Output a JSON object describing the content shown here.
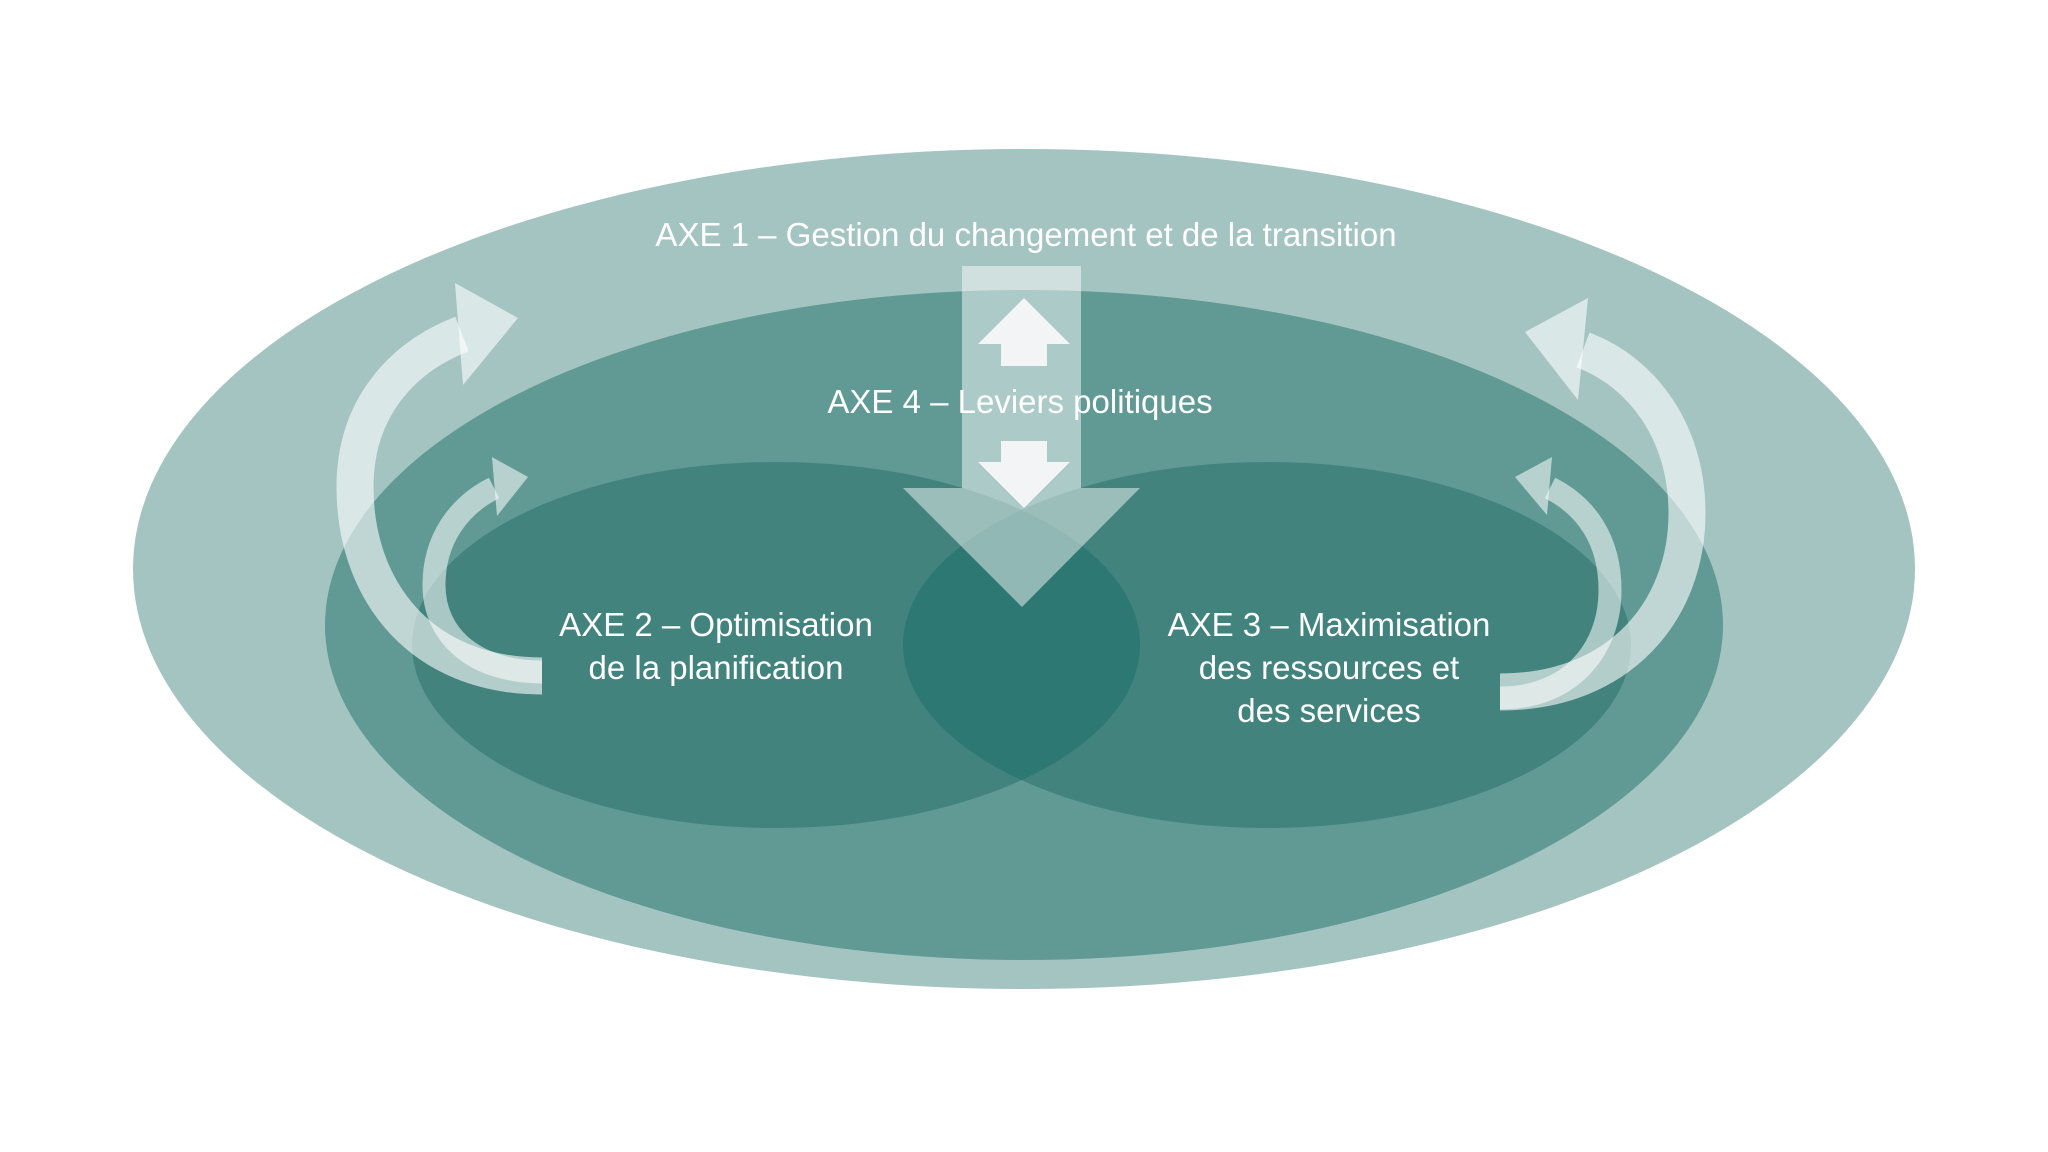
{
  "diagram": {
    "title": "",
    "colors": {
      "background": "#ffffff",
      "axe1_ellipse": "#A4C4C2",
      "axe4_ellipse": "#619A94",
      "axe2_ellipse": "#42837E",
      "axe3_ellipse": "#42837E",
      "overlap": "#2D7872",
      "arrow_overlay": "#ffffff",
      "small_arrows": "#F2F4F5",
      "text": "#ffffff"
    },
    "axes": [
      {
        "id": "axe1",
        "label": "AXE 1 – Gestion du changement et de la transition",
        "lines": [
          "AXE 1 – Gestion du changement et de la transition"
        ]
      },
      {
        "id": "axe4",
        "label": "AXE 4 – Leviers politiques",
        "lines": [
          "AXE 4 – Leviers politiques"
        ]
      },
      {
        "id": "axe2",
        "label": "AXE 2 – Optimisation de la planification",
        "lines": [
          "AXE 2 – Optimisation",
          "de la planification"
        ]
      },
      {
        "id": "axe3",
        "label": "AXE 3 – Maximisation des ressources et des services",
        "lines": [
          "AXE 3 – Maximisation",
          "des ressources et",
          "des services"
        ]
      }
    ],
    "arrows": [
      {
        "name": "central-down-arrow",
        "direction": "down",
        "from": "axe1",
        "to": "axe2-axe3-overlap"
      },
      {
        "name": "small-up-arrow",
        "direction": "up"
      },
      {
        "name": "small-down-arrow",
        "direction": "down"
      },
      {
        "name": "left-outer-curved-arrow",
        "direction": "up-right"
      },
      {
        "name": "left-inner-curved-arrow",
        "direction": "up-right"
      },
      {
        "name": "right-outer-curved-arrow",
        "direction": "up-left"
      },
      {
        "name": "right-inner-curved-arrow",
        "direction": "up-left"
      }
    ]
  }
}
